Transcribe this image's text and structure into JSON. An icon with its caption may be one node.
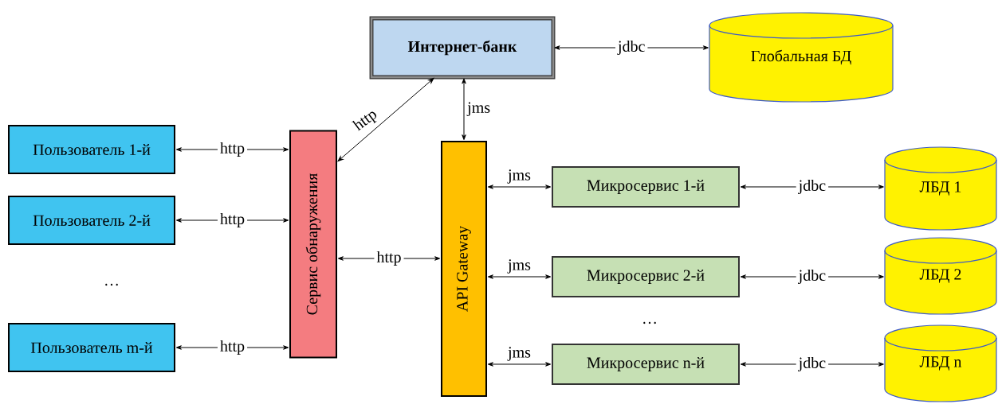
{
  "diagram": {
    "nodes": [
      {
        "text": [
          "Интернет-банк"
        ]
      },
      {
        "text": [
          "Глобальная БД"
        ]
      },
      {
        "text": [
          "Пользователь 1-й"
        ]
      },
      {
        "text": [
          "Пользователь 2-й"
        ]
      },
      {
        "text": [
          "Пользователь m-й"
        ]
      },
      {
        "text": [
          "Сервис обнаружения"
        ]
      },
      {
        "text": [
          "API Gateway"
        ]
      },
      {
        "text": [
          "Микросервис 1-й"
        ]
      },
      {
        "text": [
          "Микросервис 2-й"
        ]
      },
      {
        "text": [
          "Микросервис n-й"
        ]
      },
      {
        "text": [
          "ЛБД 1"
        ]
      },
      {
        "text": [
          "ЛБД 2"
        ]
      },
      {
        "text": [
          "ЛБД n"
        ]
      }
    ],
    "edges": [
      {
        "from": 0,
        "to": 1,
        "arrow": "both",
        "label": "jdbc"
      },
      {
        "from": 5,
        "to": 0,
        "arrow": "both",
        "label": "http"
      },
      {
        "from": 0,
        "to": 6,
        "arrow": "both",
        "label": "jms"
      },
      {
        "from": 2,
        "to": 5,
        "arrow": "both",
        "label": "http"
      },
      {
        "from": 3,
        "to": 5,
        "arrow": "both",
        "label": "http"
      },
      {
        "from": 4,
        "to": 5,
        "arrow": "both",
        "label": "http"
      },
      {
        "from": 5,
        "to": 6,
        "arrow": "both",
        "label": "http"
      },
      {
        "from": 6,
        "to": 7,
        "arrow": "both",
        "label": "jms"
      },
      {
        "from": 6,
        "to": 8,
        "arrow": "both",
        "label": "jms"
      },
      {
        "from": 6,
        "to": 9,
        "arrow": "both",
        "label": "jms"
      },
      {
        "from": 7,
        "to": 10,
        "arrow": "both",
        "label": "jdbc"
      },
      {
        "from": 8,
        "to": 11,
        "arrow": "both",
        "label": "jdbc"
      },
      {
        "from": 9,
        "to": 12,
        "arrow": "both",
        "label": "jdbc"
      }
    ],
    "labels": [
      "…",
      "…"
    ]
  }
}
